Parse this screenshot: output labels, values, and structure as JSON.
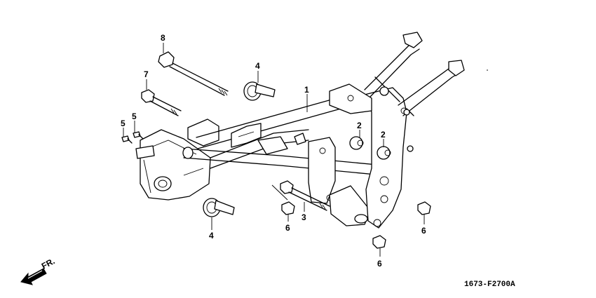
{
  "callouts": [
    {
      "id": "8",
      "text": "8"
    },
    {
      "id": "7",
      "text": "7"
    },
    {
      "id": "4a",
      "text": "4"
    },
    {
      "id": "1",
      "text": "1"
    },
    {
      "id": "5a",
      "text": "5"
    },
    {
      "id": "5b",
      "text": "5"
    },
    {
      "id": "2a",
      "text": "2"
    },
    {
      "id": "2b",
      "text": "2"
    },
    {
      "id": "3",
      "text": "3"
    },
    {
      "id": "4b",
      "text": "4"
    },
    {
      "id": "6a",
      "text": "6"
    },
    {
      "id": "6b",
      "text": "6"
    },
    {
      "id": "6c",
      "text": "6"
    }
  ],
  "direction_label": "FR.",
  "drawing_code": "1673-F2700A"
}
